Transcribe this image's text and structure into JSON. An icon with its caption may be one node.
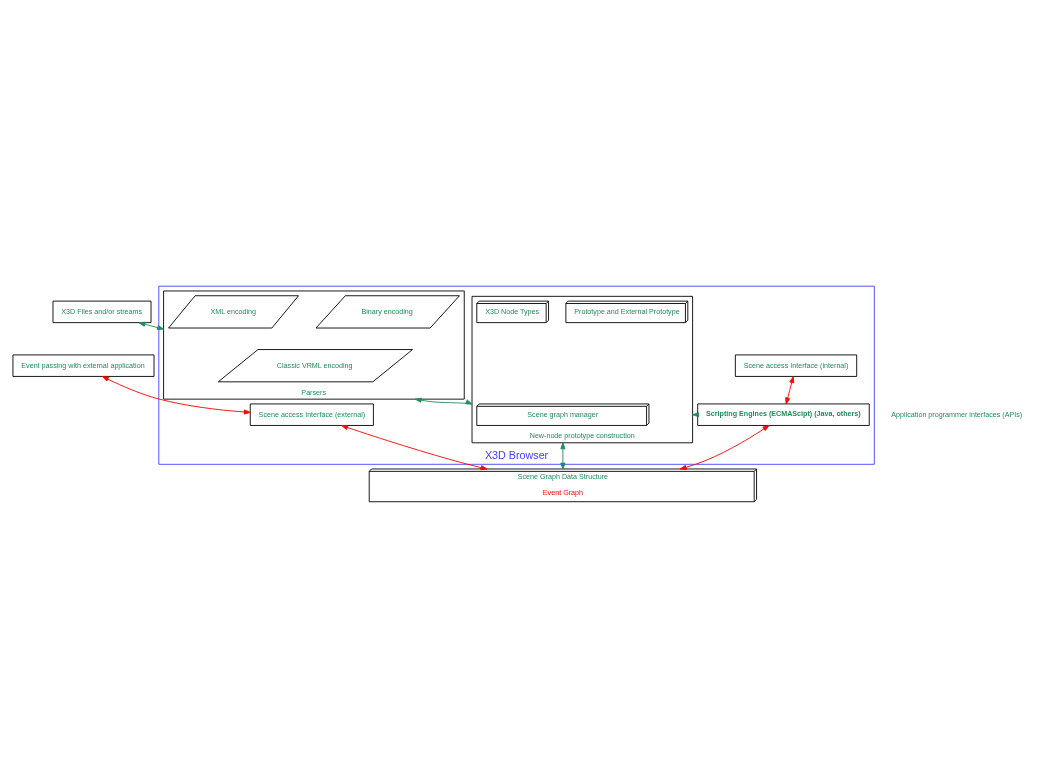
{
  "diagram": {
    "nodes": [
      {
        "text": [
          "X3D Files and/or streams"
        ]
      },
      {
        "text": [
          "Event passing with external application"
        ]
      },
      {
        "text": [
          "X3D Browser"
        ]
      },
      {
        "text": [
          "Parsers"
        ],
        "in": 2
      },
      {
        "text": [
          "Classic VRML encoding"
        ],
        "in": 3
      },
      {
        "text": [
          "Binary encoding"
        ],
        "in": 3
      },
      {
        "text": [
          "XML encoding"
        ],
        "in": 3
      },
      {
        "text": [
          "Scene access Interface (internal)"
        ],
        "in": 2
      },
      {
        "text": [
          "Scene access Interface (external)"
        ],
        "in": 2
      },
      {
        "text": [
          "New-node prototype construction"
        ],
        "in": 2
      },
      {
        "text": [
          "Prototype and External Prototype"
        ],
        "in": 9
      },
      {
        "text": [
          "X3D Node Types"
        ],
        "in": 9
      },
      {
        "text": [
          "Scene graph manager"
        ],
        "in": 9
      },
      {
        "text": [
          "Scripting Engines (ECMAScipt) (Java, others)"
        ],
        "in": 2
      },
      {
        "text": [
          "Scene Graph Data Structure",
          "Event Graph"
        ]
      }
    ],
    "edges": [
      {
        "from": 0,
        "to": 3,
        "arrow": "both"
      },
      {
        "from": 1,
        "to": 8,
        "arrow": "both",
        "color": "#ff0000"
      },
      {
        "from": 3,
        "to": 9,
        "arrow": "both"
      },
      {
        "from": 13,
        "to": 9,
        "arrow": "to"
      },
      {
        "from": 7,
        "to": 13,
        "arrow": "both",
        "color": "#ff0000"
      },
      {
        "from": 13,
        "to": 14,
        "arrow": "both",
        "color": "#ff0000"
      },
      {
        "from": 8,
        "to": 14,
        "arrow": "both",
        "color": "#ff0000"
      },
      {
        "from": 9,
        "to": 14,
        "arrow": "both"
      }
    ],
    "labels": [
      "Application programmer interfaces (APIs)"
    ]
  }
}
